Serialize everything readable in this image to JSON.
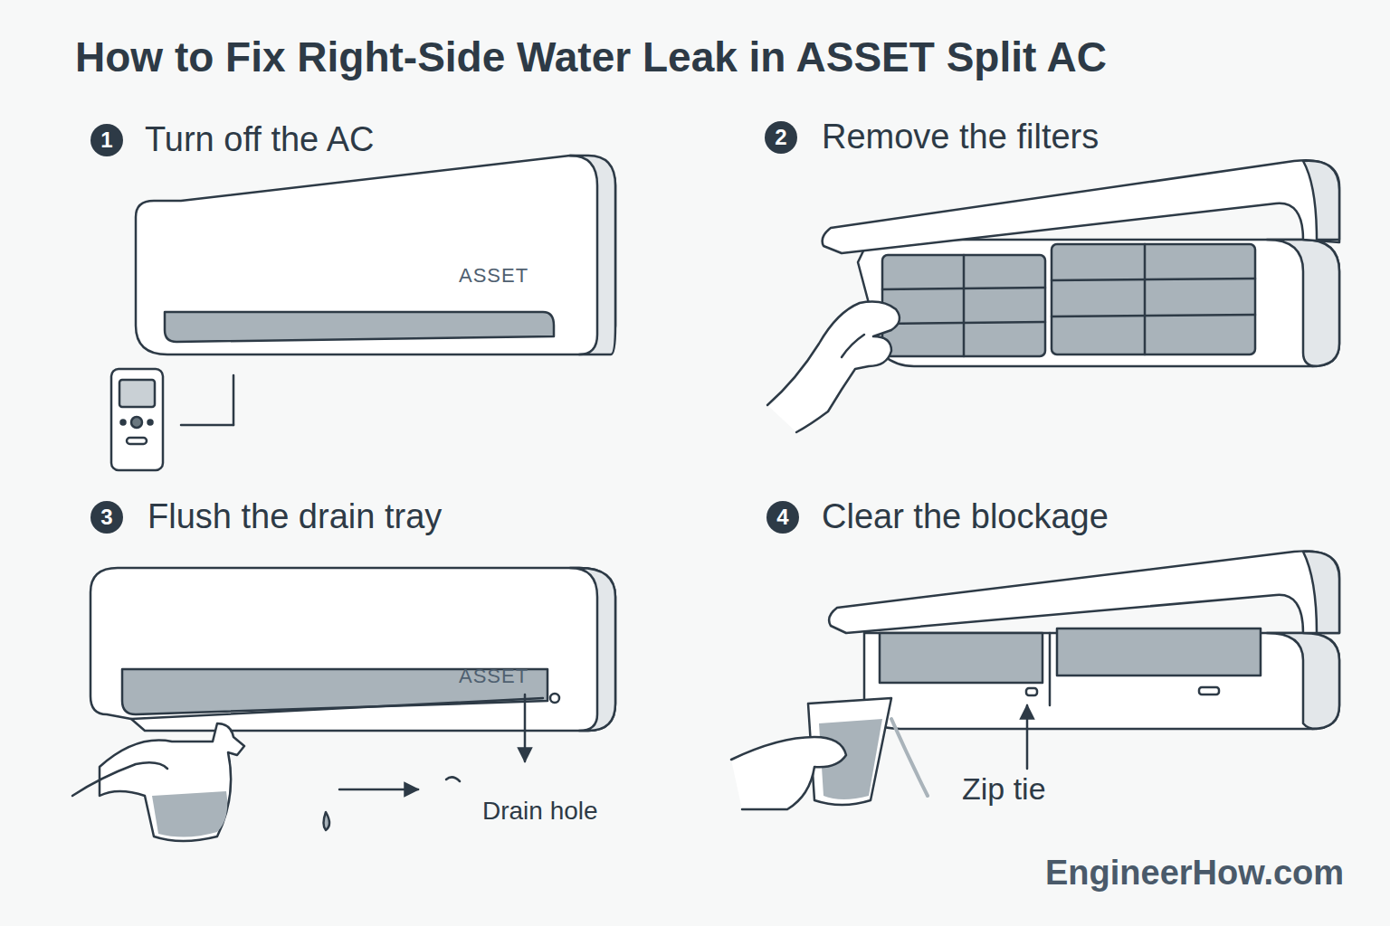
{
  "diagram": {
    "title": "How to Fix Right-Side Water Leak in ASSET Split AC",
    "nodes": [
      {
        "text": [
          "1"
        ]
      },
      {
        "text": [
          "2"
        ]
      },
      {
        "text": [
          "3"
        ]
      },
      {
        "text": [
          "4"
        ]
      }
    ],
    "labels": [
      "Turn off the AC",
      "Remove the filters",
      "Flush the drain tray",
      "Clear the blockage",
      "ASSET",
      "ASSET",
      "Drain hole",
      "Zip tie",
      "EngineerHow.com"
    ]
  }
}
